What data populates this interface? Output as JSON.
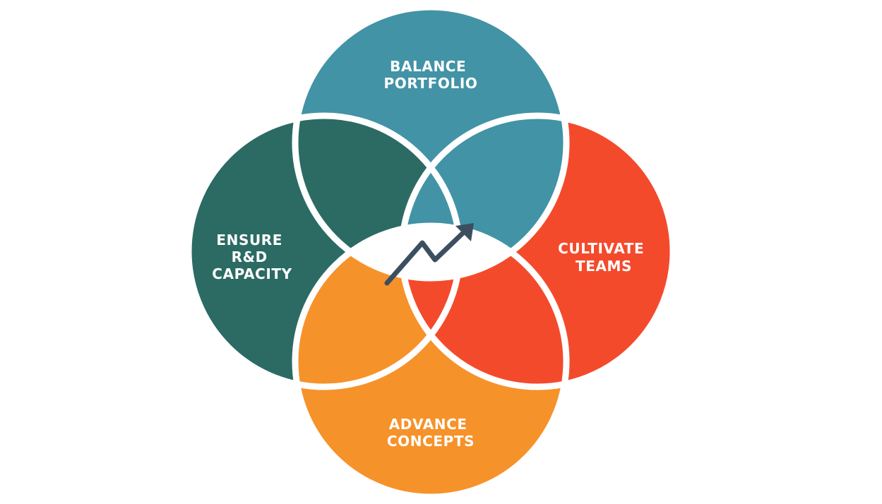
{
  "colors": {
    "background": "#ffffff",
    "balance_portfolio": "#4293a6",
    "cultivate_teams": "#f44a2c",
    "advance_concepts": "#f6922a",
    "ensure_rd_capacity": "#2b6b64",
    "center": "#ffffff",
    "trend_icon": "#3b4f60"
  },
  "circles": {
    "top": {
      "lines": [
        "BALANCE",
        "PORTFOLIO"
      ]
    },
    "right": {
      "lines": [
        "CULTIVATE",
        "TEAMS"
      ]
    },
    "bottom": {
      "lines": [
        "ADVANCE",
        "CONCEPTS"
      ]
    },
    "left": {
      "lines": [
        "ENSURE",
        "R&D",
        "CAPACITY"
      ]
    }
  },
  "center_icon": "trending-up-arrow-icon"
}
